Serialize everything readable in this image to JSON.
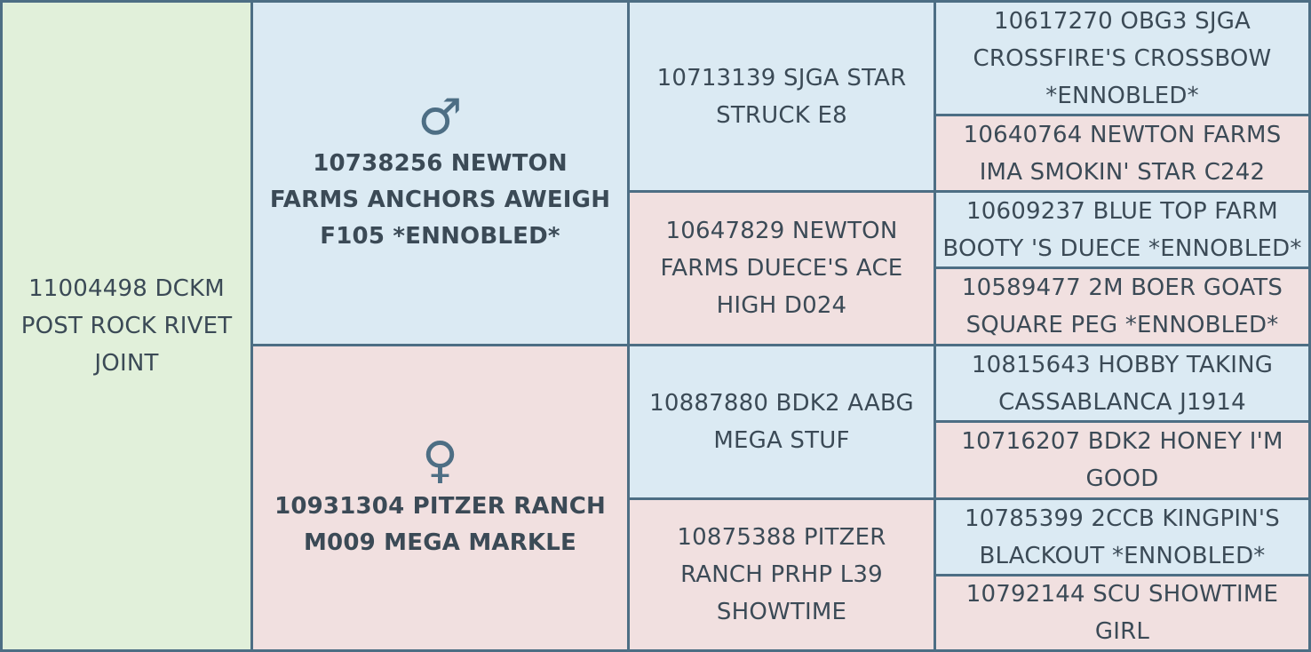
{
  "subject": {
    "name": "11004498 DCKM POST ROCK RIVET JOINT"
  },
  "sire": {
    "symbol": "♂",
    "name": "10738256 NEWTON FARMS ANCHORS AWEIGH F105 *ENNOBLED*"
  },
  "dam": {
    "symbol": "♀",
    "name": "10931304 PITZER RANCH M009 MEGA MARKLE"
  },
  "sire_sire": {
    "name": "10713139 SJGA STAR STRUCK E8"
  },
  "sire_dam": {
    "name": "10647829 NEWTON FARMS DUECE'S ACE HIGH D024"
  },
  "dam_sire": {
    "name": "10887880 BDK2 AABG MEGA STUF"
  },
  "dam_dam": {
    "name": "10875388 PITZER RANCH PRHP L39 SHOWTIME"
  },
  "gen3": [
    {
      "name": "10617270 OBG3 SJGA CROSSFIRE'S CROSSBOW *ENNOBLED*"
    },
    {
      "name": "10640764 NEWTON FARMS IMA SMOKIN' STAR C242"
    },
    {
      "name": "10609237 BLUE TOP FARM BOOTY 'S DUECE *ENNOBLED*"
    },
    {
      "name": "10589477 2M BOER GOATS SQUARE PEG *ENNOBLED*"
    },
    {
      "name": "10815643 HOBBY TAKING CASSABLANCA J1914"
    },
    {
      "name": "10716207 BDK2 HONEY I'M GOOD"
    },
    {
      "name": "10785399 2CCB KINGPIN'S BLACKOUT *ENNOBLED*"
    },
    {
      "name": "10792144 SCU SHOWTIME GIRL"
    }
  ],
  "colors": {
    "subject": "#e1f0da",
    "male": "#dbeaf3",
    "female": "#f1e0e0",
    "border": "#4d6e84",
    "text": "#3b4a56"
  }
}
